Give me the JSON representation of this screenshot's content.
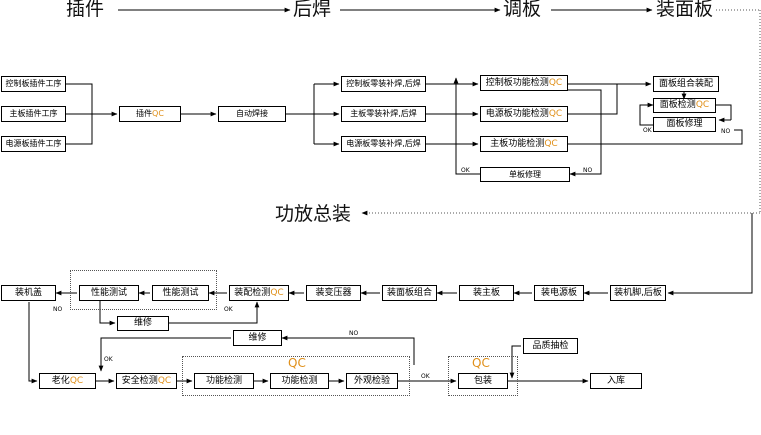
{
  "stages": {
    "s1": "插件",
    "s2": "后焊",
    "s3": "调板",
    "s4": "装面板",
    "s5": "功放总装"
  },
  "nodes": {
    "ctrl_insert": "控制板插件工序",
    "main_insert": "主板插件工序",
    "power_insert": "电源板插件工序",
    "insert_qc": "插件",
    "auto_solder": "自动焊接",
    "ctrl_rework": "控制板零装补焊,后焊",
    "main_rework": "主板零装补焊,后焊",
    "power_rework": "电源板零装补焊,后焊",
    "ctrl_test": "控制板功能检测",
    "power_test": "电源板功能检测",
    "main_test": "主板功能检测",
    "board_repair": "单板修理",
    "panel_assembly": "面板组合装配",
    "panel_check": "面板检测",
    "panel_repair": "面板修理",
    "mount_feet": "装机脚,后板",
    "mount_power": "装电源板",
    "mount_main": "装主板",
    "mount_panel": "装面板组合",
    "mount_transformer": "装变压器",
    "assembly_check": "装配检测",
    "perf_test_1": "性能测试",
    "perf_test_2": "性能测试",
    "repair_1": "维修",
    "cover": "装机盖",
    "aging": "老化",
    "safety_check": "安全检测",
    "func_check_1": "功能检测",
    "func_check_2": "功能检测",
    "visual_check": "外观检验",
    "packing": "包装",
    "quality_sampling": "品质抽检",
    "storage": "入库",
    "repair_2": "维修"
  },
  "qc": "QC",
  "edge_labels": {
    "ok": "OK",
    "no": "NO"
  },
  "colors": {
    "qc_accent": "#e0901a",
    "line": "#000000",
    "dotted": "#555555"
  }
}
